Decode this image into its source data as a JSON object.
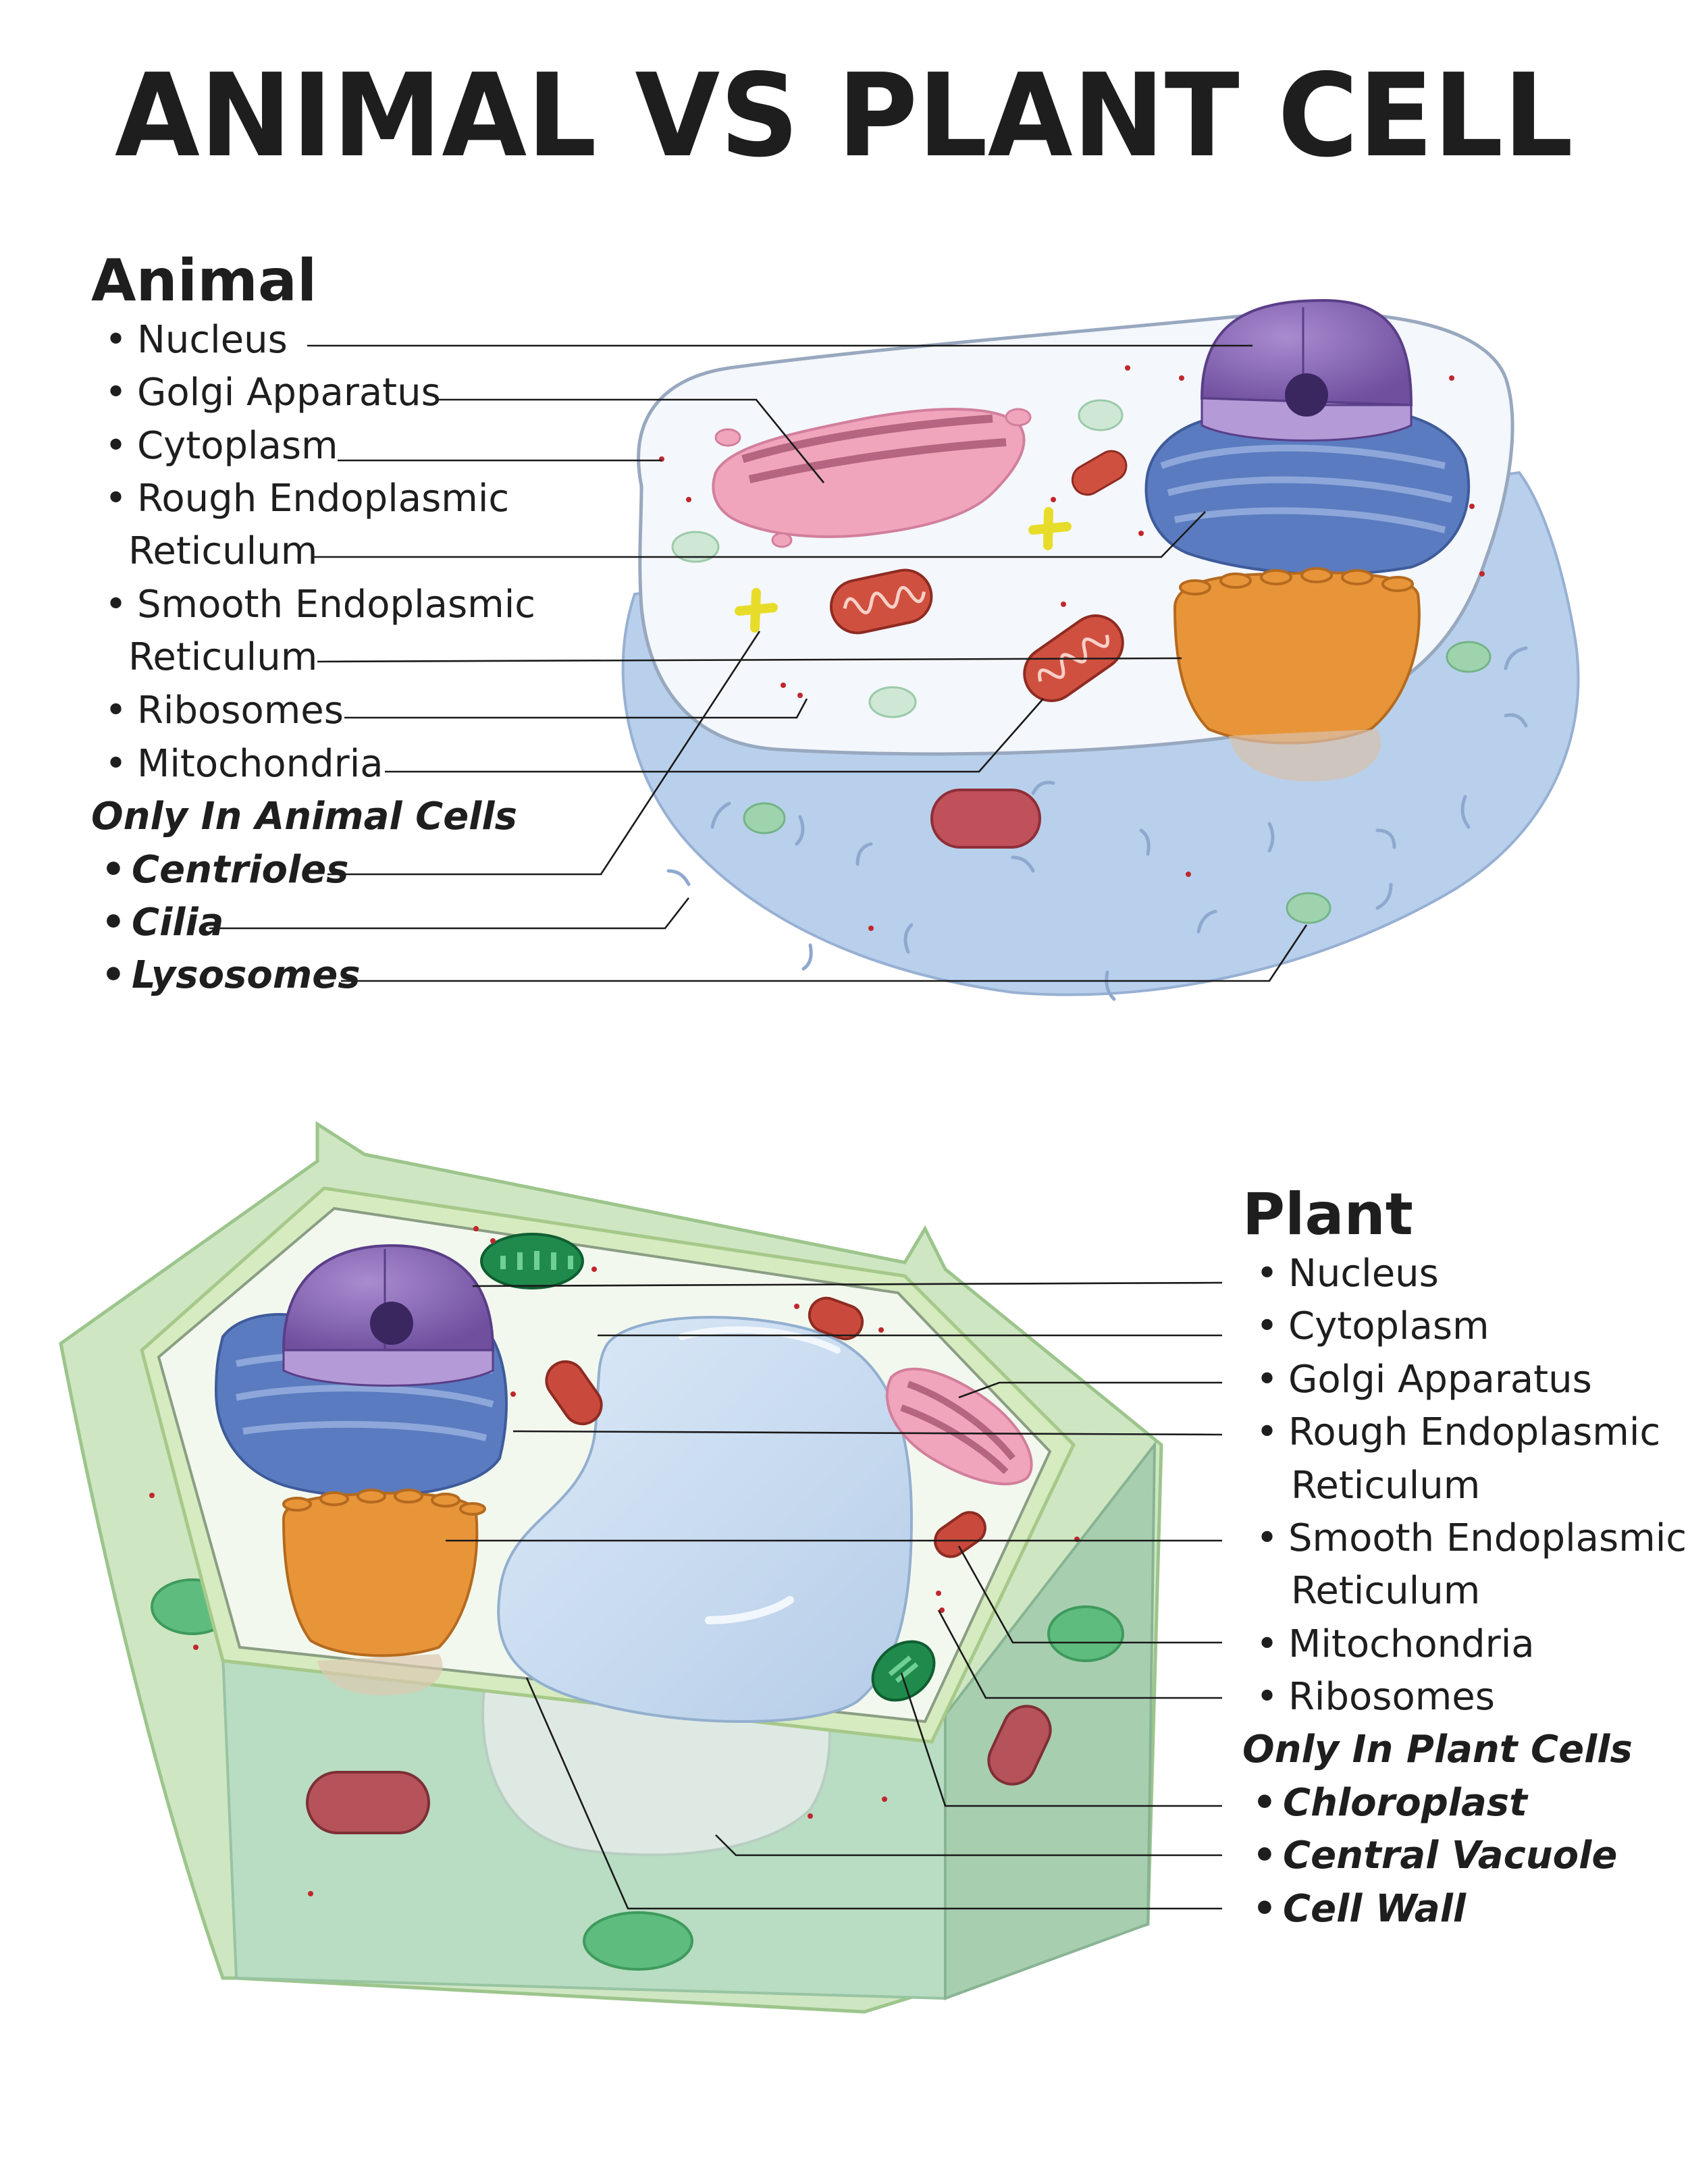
{
  "title": "ANIMAL VS PLANT CELL",
  "animal": {
    "heading": "Animal",
    "items": [
      "Nucleus",
      "Golgi Apparatus",
      "Cytoplasm",
      "Rough Endoplasmic",
      "Reticulum",
      "Smooth Endoplasmic",
      "Reticulum",
      "Ribosomes",
      "Mitochondria"
    ],
    "special_heading": "Only In Animal Cells",
    "special_items": [
      "Centrioles",
      "Cilia",
      "Lysosomes"
    ]
  },
  "plant": {
    "heading": "Plant",
    "items": [
      "Nucleus",
      "Cytoplasm",
      "Golgi Apparatus",
      "Rough Endoplasmic",
      "Reticulum",
      "Smooth Endoplasmic",
      "Reticulum",
      "Mitochondria",
      "Ribosomes"
    ],
    "special_heading": "Only In Plant Cells",
    "special_items": [
      "Chloroplast",
      "Central Vacuole",
      "Cell Wall"
    ]
  },
  "colors": {
    "nucleus": "#8e6bb5",
    "golgi": "#f0a5bd",
    "mitochondria": "#c94a3c",
    "chloroplast": "#1f8a4c",
    "er": "#5a7bbf",
    "smooth_er": "#e89a3c",
    "animal_cytoplasm": "#b9d0ec",
    "plant_wall": "#c9e3b4",
    "vacuole": "#c8dcf0"
  }
}
